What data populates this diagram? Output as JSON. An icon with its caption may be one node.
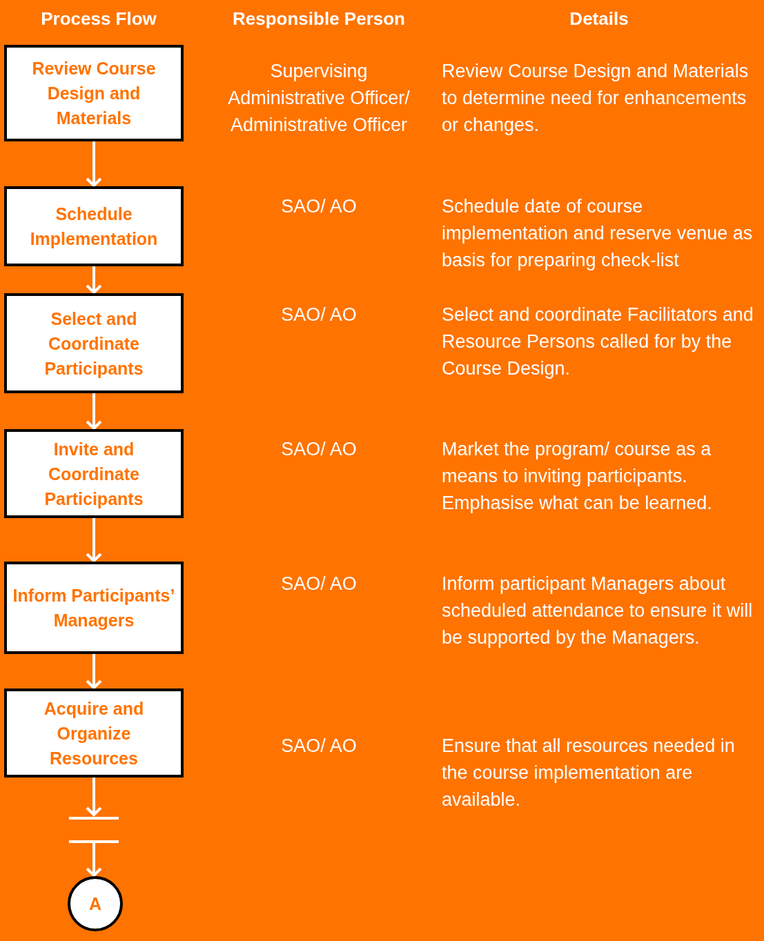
{
  "diagram": {
    "nodes": [
      {
        "text": [
          "Review Course Design and Materials"
        ]
      },
      {
        "text": [
          "Schedule Implementation"
        ]
      },
      {
        "text": [
          "Select and Coordinate Participants"
        ]
      },
      {
        "text": [
          "Invite and Coordinate Participants"
        ]
      },
      {
        "text": [
          "Inform Participants’ Managers"
        ]
      },
      {
        "text": [
          "Acquire and Organize Resources"
        ]
      },
      {
        "text": [],
        "shape": "bar"
      },
      {
        "text": [
          "A"
        ]
      }
    ],
    "edges": [
      {
        "from": 0,
        "to": 1,
        "arrow": "to"
      },
      {
        "from": 1,
        "to": 2,
        "arrow": "to"
      },
      {
        "from": 2,
        "to": 3,
        "arrow": "to"
      },
      {
        "from": 3,
        "to": 4,
        "arrow": "to"
      },
      {
        "from": 4,
        "to": 5,
        "arrow": "to"
      },
      {
        "from": 5,
        "to": 6,
        "arrow": "to"
      },
      {
        "from": 6,
        "to": 7,
        "arrow": "to"
      }
    ],
    "labels": [
      "Process Flow",
      "Responsible Person",
      "Details",
      "Supervising Administrative Officer/ Administrative Officer",
      "Review Course Design and Materials to determine need for enhancements or changes.",
      "SAO/ AO",
      "Schedule date of course implementation and reserve venue as basis for preparing check-list",
      "SAO/ AO",
      "Select and coordinate Facilitators and Resource Persons called for by the Course Design.",
      "SAO/ AO",
      "Market the program/ course as a means to inviting participants. Emphasise what can be learned.",
      "SAO/ AO",
      "Inform participant Managers about scheduled attendance to ensure it will be supported by the Managers.",
      "SAO/ AO",
      "Ensure that all resources needed in the course implementation are available."
    ]
  }
}
